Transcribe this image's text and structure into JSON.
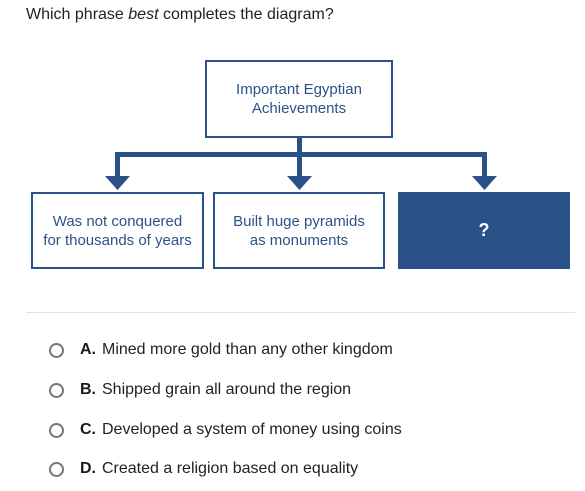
{
  "question": {
    "prefix": "Which phrase ",
    "emphasis": "best",
    "suffix": " completes the diagram?"
  },
  "diagram": {
    "top": {
      "line1": "Important Egyptian",
      "line2": "Achievements"
    },
    "boxes": [
      {
        "line1": "Was not conquered",
        "line2": "for thousands of years"
      },
      {
        "line1": "Built huge pyramids",
        "line2": "as monuments"
      },
      {
        "line1": "?",
        "line2": ""
      }
    ],
    "colors": {
      "primary": "#2a5289",
      "missing_fill": "#2a5289"
    }
  },
  "choices": [
    {
      "letter": "A.",
      "text": "Mined more gold than any other kingdom"
    },
    {
      "letter": "B.",
      "text": "Shipped grain all around the region"
    },
    {
      "letter": "C.",
      "text": "Developed a system of money using coins"
    },
    {
      "letter": "D.",
      "text": "Created a religion based on equality"
    }
  ]
}
